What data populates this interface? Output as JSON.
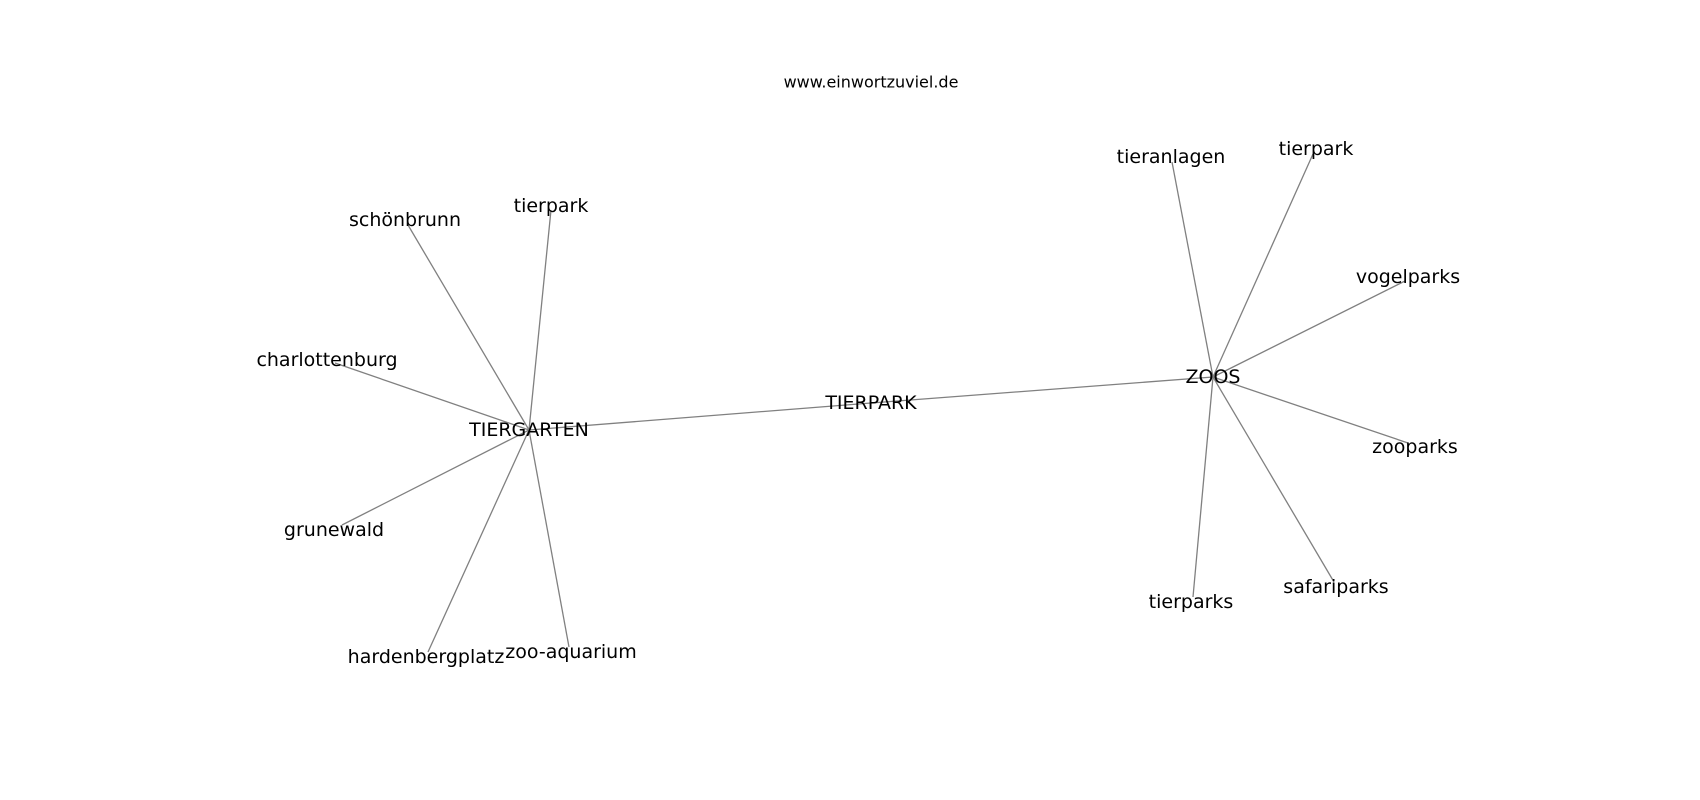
{
  "source": "www.einwortzuviel.de",
  "nodes": {
    "tiergarten": "TIERGARTEN",
    "tierpark_center": "TIERPARK",
    "zoos": "ZOOS",
    "tg_schoenbrunn": "schönbrunn",
    "tg_tierpark": "tierpark",
    "tg_charlottenburg": "charlottenburg",
    "tg_grunewald": "grunewald",
    "tg_hardenbergplatz": "hardenbergplatz",
    "tg_zoo_aquarium": "zoo-aquarium",
    "zo_tieranlagen": "tieranlagen",
    "zo_tierpark": "tierpark",
    "zo_vogelparks": "vogelparks",
    "zo_zooparks": "zooparks",
    "zo_safariparks": "safariparks",
    "zo_tierparks": "tierparks"
  },
  "edges": [
    [
      "tiergarten",
      "tierpark_center"
    ],
    [
      "tierpark_center",
      "zoos"
    ],
    [
      "tiergarten",
      "tg_schoenbrunn"
    ],
    [
      "tiergarten",
      "tg_tierpark"
    ],
    [
      "tiergarten",
      "tg_charlottenburg"
    ],
    [
      "tiergarten",
      "tg_grunewald"
    ],
    [
      "tiergarten",
      "tg_hardenbergplatz"
    ],
    [
      "tiergarten",
      "tg_zoo_aquarium"
    ],
    [
      "zoos",
      "zo_tieranlagen"
    ],
    [
      "zoos",
      "zo_tierpark"
    ],
    [
      "zoos",
      "zo_vogelparks"
    ],
    [
      "zoos",
      "zo_zooparks"
    ],
    [
      "zoos",
      "zo_safariparks"
    ],
    [
      "zoos",
      "zo_tierparks"
    ]
  ]
}
